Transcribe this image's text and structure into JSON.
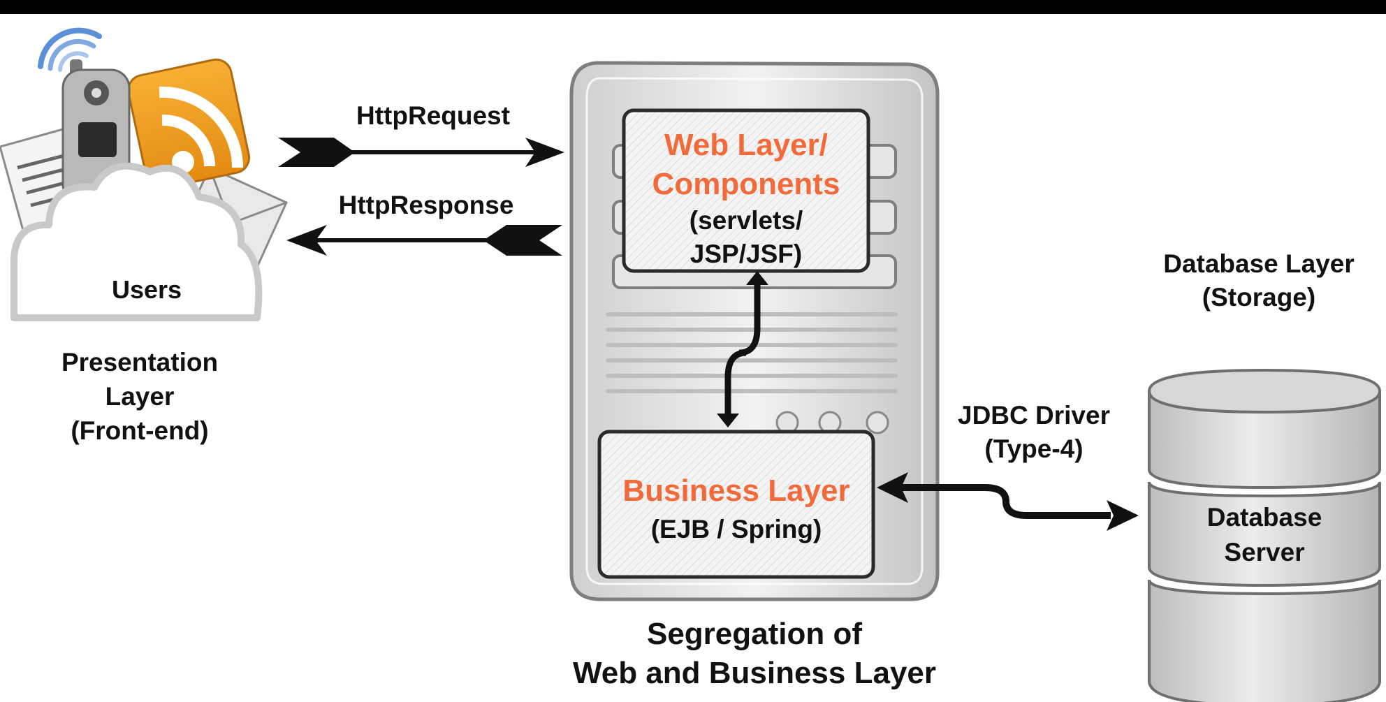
{
  "users": {
    "label": "Users"
  },
  "presentation": {
    "caption": "Presentation\nLayer\n(Front-end)"
  },
  "arrows": {
    "request": "HttpRequest",
    "response": "HttpResponse"
  },
  "web_layer": {
    "title": "Web Layer/\nComponents",
    "subtitle": "(servlets/\nJSP/JSF)"
  },
  "business_layer": {
    "title": "Business Layer",
    "subtitle": "(EJB / Spring)"
  },
  "server": {
    "caption": "Segregation of\nWeb and Business Layer"
  },
  "jdbc": {
    "label": "JDBC Driver\n(Type-4)"
  },
  "database": {
    "header": "Database Layer\n(Storage)",
    "label": "Database\nServer"
  },
  "colors": {
    "accent": "#f26a3a",
    "text": "#111111",
    "wifi_blue": "#5b8fd6"
  }
}
